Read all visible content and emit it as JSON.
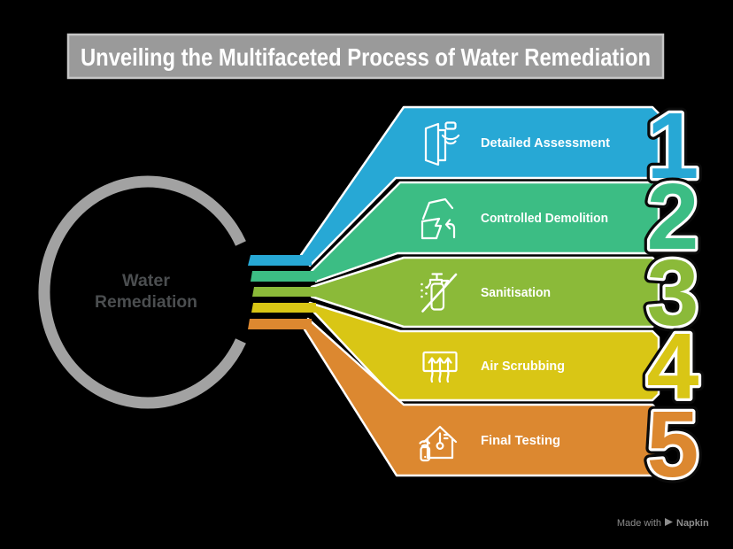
{
  "title": "Unveiling the Multifaceted Process of Water Remediation",
  "hub": {
    "line1": "Water",
    "line2": "Remediation"
  },
  "steps": [
    {
      "num": "1",
      "label": "Detailed Assessment",
      "color": "#27a8d5",
      "icon": "door-sensor-icon"
    },
    {
      "num": "2",
      "label": "Controlled Demolition",
      "color": "#3cbd84",
      "icon": "damaged-house-icon"
    },
    {
      "num": "3",
      "label": "Sanitisation",
      "color": "#8bba39",
      "icon": "no-spray-icon"
    },
    {
      "num": "4",
      "label": "Air Scrubbing",
      "color": "#d9c615",
      "icon": "air-vent-icon"
    },
    {
      "num": "5",
      "label": "Final Testing",
      "color": "#dc8830",
      "icon": "house-thermometer-icon"
    }
  ],
  "colors": {
    "background": "#000000",
    "title_box_fill": "#9a9a9a",
    "title_box_border": "#c6c6c6",
    "ring": "#a2a2a2",
    "hub_text": "#4b4e50",
    "band_outline": "#ffffff",
    "number_outer_outline": "#0a0a0a",
    "watermark": "#8d8d8d"
  },
  "watermark": {
    "prefix": "Made with",
    "brand": "Napkin"
  }
}
